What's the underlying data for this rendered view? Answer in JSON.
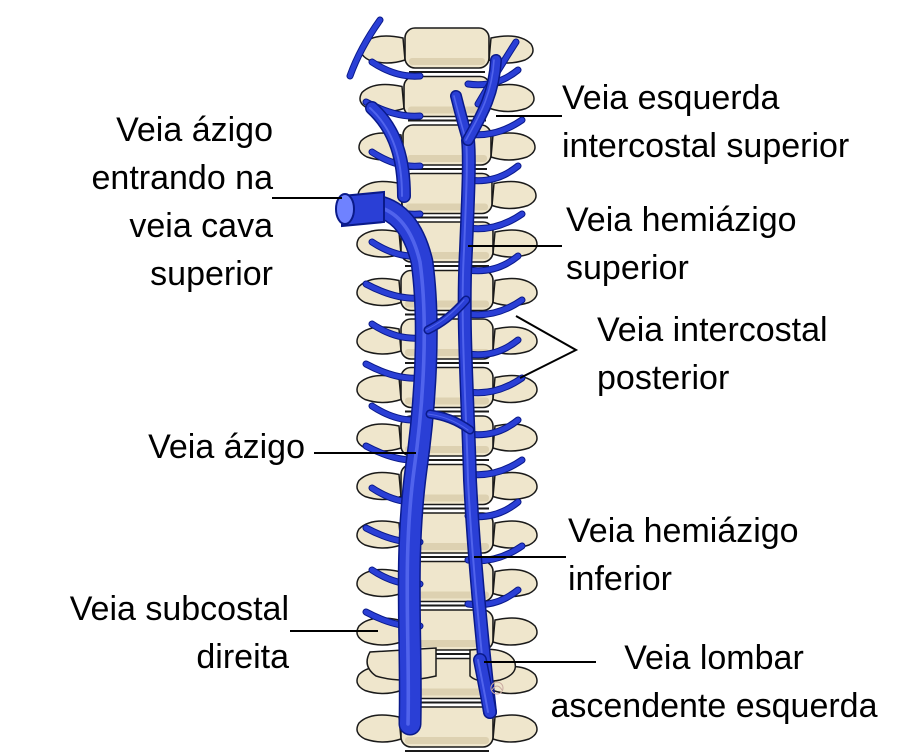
{
  "colors": {
    "vein": "#2a3fd6",
    "vein_outline": "#0a1a8a",
    "vein_highlight": "#6f82ff",
    "bone": "#efe6cc",
    "bone_shadow": "#d8ccaa",
    "outline": "#1a1a1a",
    "leader": "#000000"
  },
  "labels": {
    "azygos_svc": [
      "Veia ázigo",
      "entrando na",
      "veia cava",
      "superior"
    ],
    "left_sup_intercostal": [
      "Veia esquerda",
      "intercostal superior"
    ],
    "sup_hemiazygos": [
      "Veia hemiázigo",
      "superior"
    ],
    "post_intercostal": [
      "Veia intercostal",
      "posterior"
    ],
    "azygos": [
      "Veia ázigo"
    ],
    "inf_hemiazygos": [
      "Veia hemiázigo",
      "inferior"
    ],
    "right_subcostal": [
      "Veia subcostal",
      "direita"
    ],
    "left_asc_lumbar": [
      "Veia lombar",
      "ascendente esquerda"
    ]
  },
  "icons": {
    "signature": "artist-signature-mark"
  }
}
